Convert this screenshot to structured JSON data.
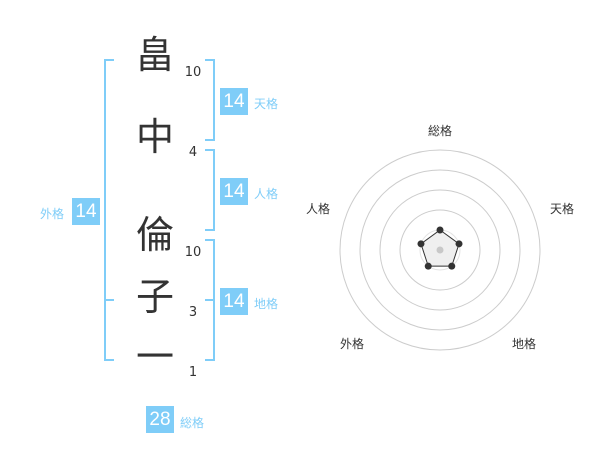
{
  "name_chars": [
    {
      "char": "畠",
      "strokes": "10"
    },
    {
      "char": "中",
      "strokes": "4"
    },
    {
      "char": "倫",
      "strokes": "10"
    },
    {
      "char": "子",
      "strokes": "3"
    },
    {
      "char": "一",
      "strokes": "1"
    }
  ],
  "kaku": {
    "tenkaku": {
      "label": "天格",
      "value": "14"
    },
    "jinkaku": {
      "label": "人格",
      "value": "14"
    },
    "chikaku": {
      "label": "地格",
      "value": "14"
    },
    "gaikaku": {
      "label": "外格",
      "value": "14"
    },
    "soukaku": {
      "label": "総格",
      "value": "28"
    }
  },
  "colors": {
    "accent": "#7fcdf8",
    "text": "#333333"
  },
  "chart_data": {
    "type": "radar",
    "axes": [
      "総格",
      "天格",
      "地格",
      "外格",
      "人格"
    ],
    "levels": 5,
    "values": [
      1,
      1,
      1,
      1,
      1
    ]
  }
}
